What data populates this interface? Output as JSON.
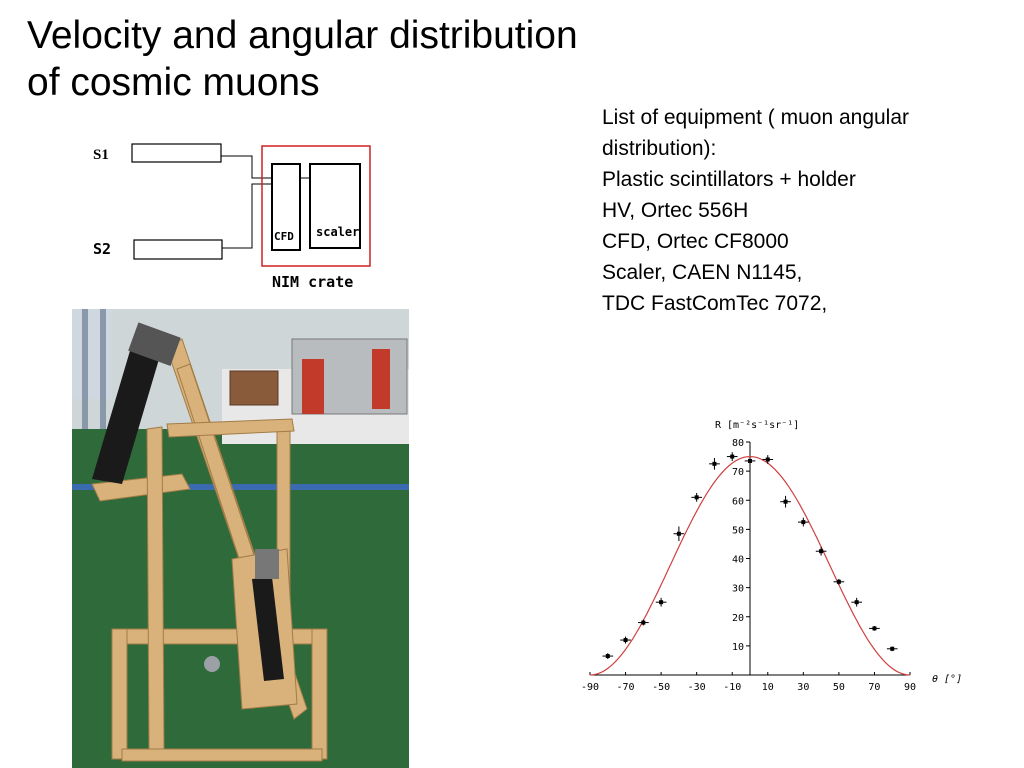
{
  "title": {
    "line1": "Velocity and angular distribution",
    "line2": "of cosmic muons"
  },
  "equipment": {
    "lines": [
      "List of equipment ( muon angular",
      "distribution):",
      "Plastic scintillators + holder",
      "HV, Ortec 556H",
      "CFD, Ortec CF8000",
      "Scaler, CAEN N1145,",
      "TDC FastComTec 7072,"
    ]
  },
  "schematic": {
    "s1": "S1",
    "s2": "S2",
    "cfd": "CFD",
    "scaler": "scaler",
    "crate": "NIM crate"
  },
  "photo": {
    "description_icon": "experimental-setup-photo"
  },
  "chart_data": {
    "type": "scatter",
    "ylabel": "R [m⁻²s⁻¹sr⁻¹]",
    "xlabel": "θ [°]",
    "xlim": [
      -90,
      90
    ],
    "ylim": [
      0,
      80
    ],
    "xticks": [
      -90,
      -70,
      -50,
      -30,
      -10,
      10,
      30,
      50,
      70,
      90
    ],
    "yticks": [
      10,
      20,
      30,
      40,
      50,
      60,
      70,
      80
    ],
    "points": [
      {
        "x": -80,
        "y": 6.5,
        "yerr": 1.0,
        "xerr": 3
      },
      {
        "x": -70,
        "y": 12,
        "yerr": 1.2,
        "xerr": 3
      },
      {
        "x": -60,
        "y": 18,
        "yerr": 1.0,
        "xerr": 3
      },
      {
        "x": -50,
        "y": 25,
        "yerr": 1.5,
        "xerr": 3
      },
      {
        "x": -40,
        "y": 48.5,
        "yerr": 2.5,
        "xerr": 3
      },
      {
        "x": -30,
        "y": 61,
        "yerr": 1.5,
        "xerr": 3
      },
      {
        "x": -20,
        "y": 72.5,
        "yerr": 2.0,
        "xerr": 3
      },
      {
        "x": -10,
        "y": 75,
        "yerr": 1.5,
        "xerr": 3
      },
      {
        "x": 0,
        "y": 73.5,
        "yerr": 1.2,
        "xerr": 3
      },
      {
        "x": 10,
        "y": 74,
        "yerr": 1.5,
        "xerr": 3
      },
      {
        "x": 20,
        "y": 59.5,
        "yerr": 2.0,
        "xerr": 3
      },
      {
        "x": 30,
        "y": 52.5,
        "yerr": 1.5,
        "xerr": 3
      },
      {
        "x": 40,
        "y": 42.5,
        "yerr": 1.5,
        "xerr": 3
      },
      {
        "x": 50,
        "y": 32,
        "yerr": 1.0,
        "xerr": 3
      },
      {
        "x": 60,
        "y": 25,
        "yerr": 1.5,
        "xerr": 3
      },
      {
        "x": 70,
        "y": 16,
        "yerr": 0.8,
        "xerr": 3
      },
      {
        "x": 80,
        "y": 9,
        "yerr": 0.8,
        "xerr": 3
      }
    ],
    "fit": {
      "type": "cos2",
      "amplitude": 75,
      "color": "#d04040"
    }
  }
}
